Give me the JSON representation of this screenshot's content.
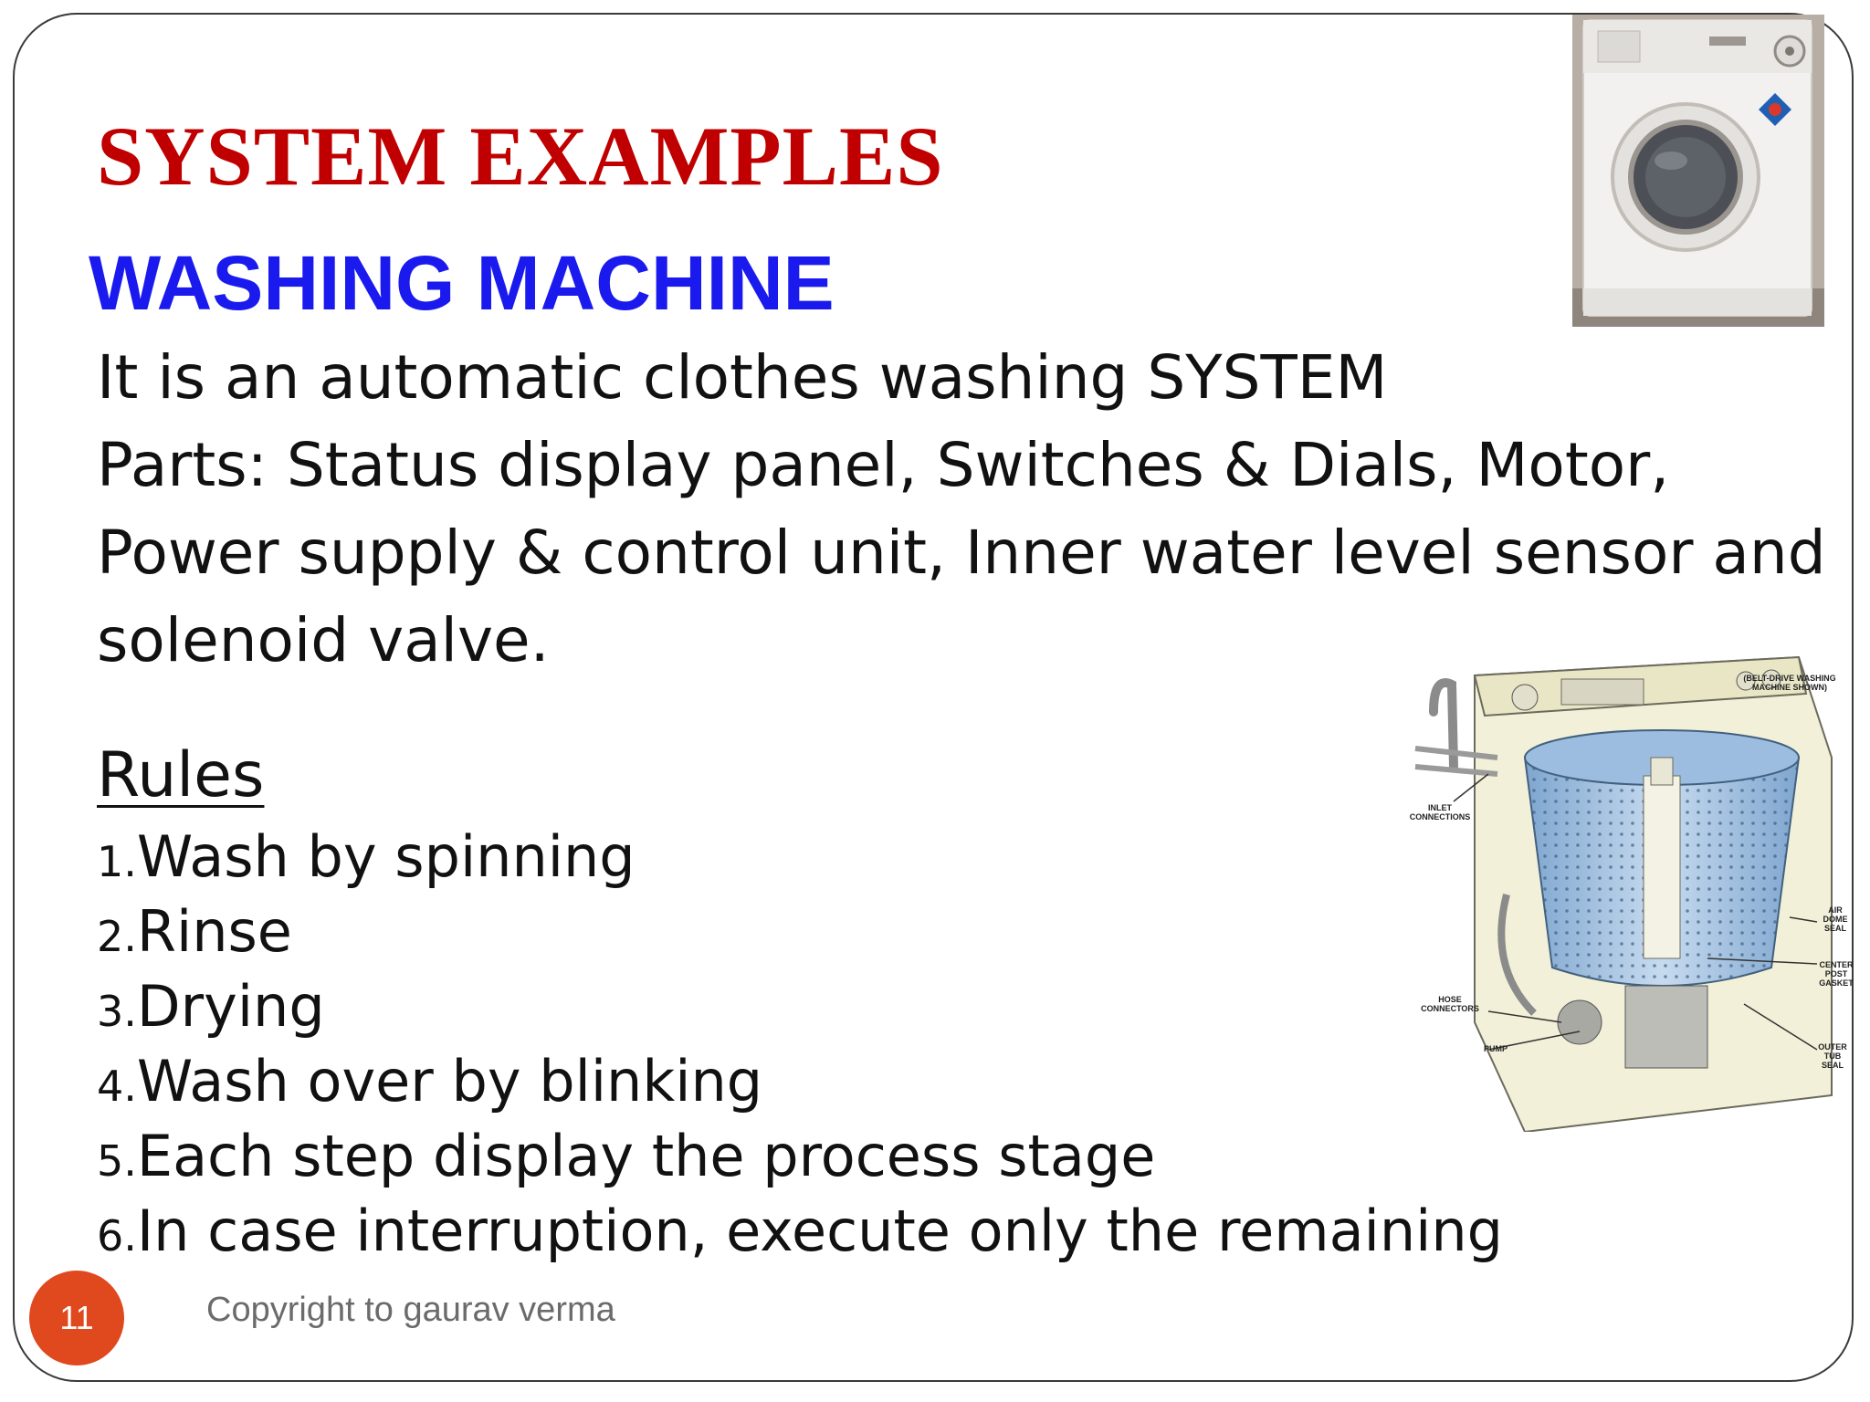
{
  "slide": {
    "title": "SYSTEM EXAMPLES",
    "subtitle": "WASHING MACHINE",
    "description": [
      "It is an automatic clothes washing SYSTEM",
      "Parts: Status display panel, Switches & Dials, Motor, Power supply & control unit, Inner water level sensor and solenoid valve."
    ],
    "rules_heading": "Rules",
    "rules": [
      {
        "num": "1.",
        "text": "Wash by spinning"
      },
      {
        "num": "2.",
        "text": "Rinse"
      },
      {
        "num": "3.",
        "text": "Drying"
      },
      {
        "num": "4.",
        "text": "Wash over by blinking"
      },
      {
        "num": "5.",
        "text": "Each step display the process stage"
      },
      {
        "num": "6.",
        "text": "In case interruption, execute only the remaining"
      }
    ],
    "diagram_labels": {
      "note": "(BELT-DRIVE WASHING MACHINE SHOWN)",
      "inlet": "INLET CONNECTIONS",
      "air_dome": "AIR DOME SEAL",
      "center_post": "CENTER POST GASKET",
      "hose": "HOSE CONNECTORS",
      "pump": "PUMP",
      "outer_tub": "OUTER TUB SEAL"
    },
    "page_number": "11",
    "footer": "Copyright to gaurav verma"
  },
  "colors": {
    "title": "#c00000",
    "subtitle": "#1a1aee",
    "badge": "#e0481e",
    "footer": "#6b6b6b"
  }
}
